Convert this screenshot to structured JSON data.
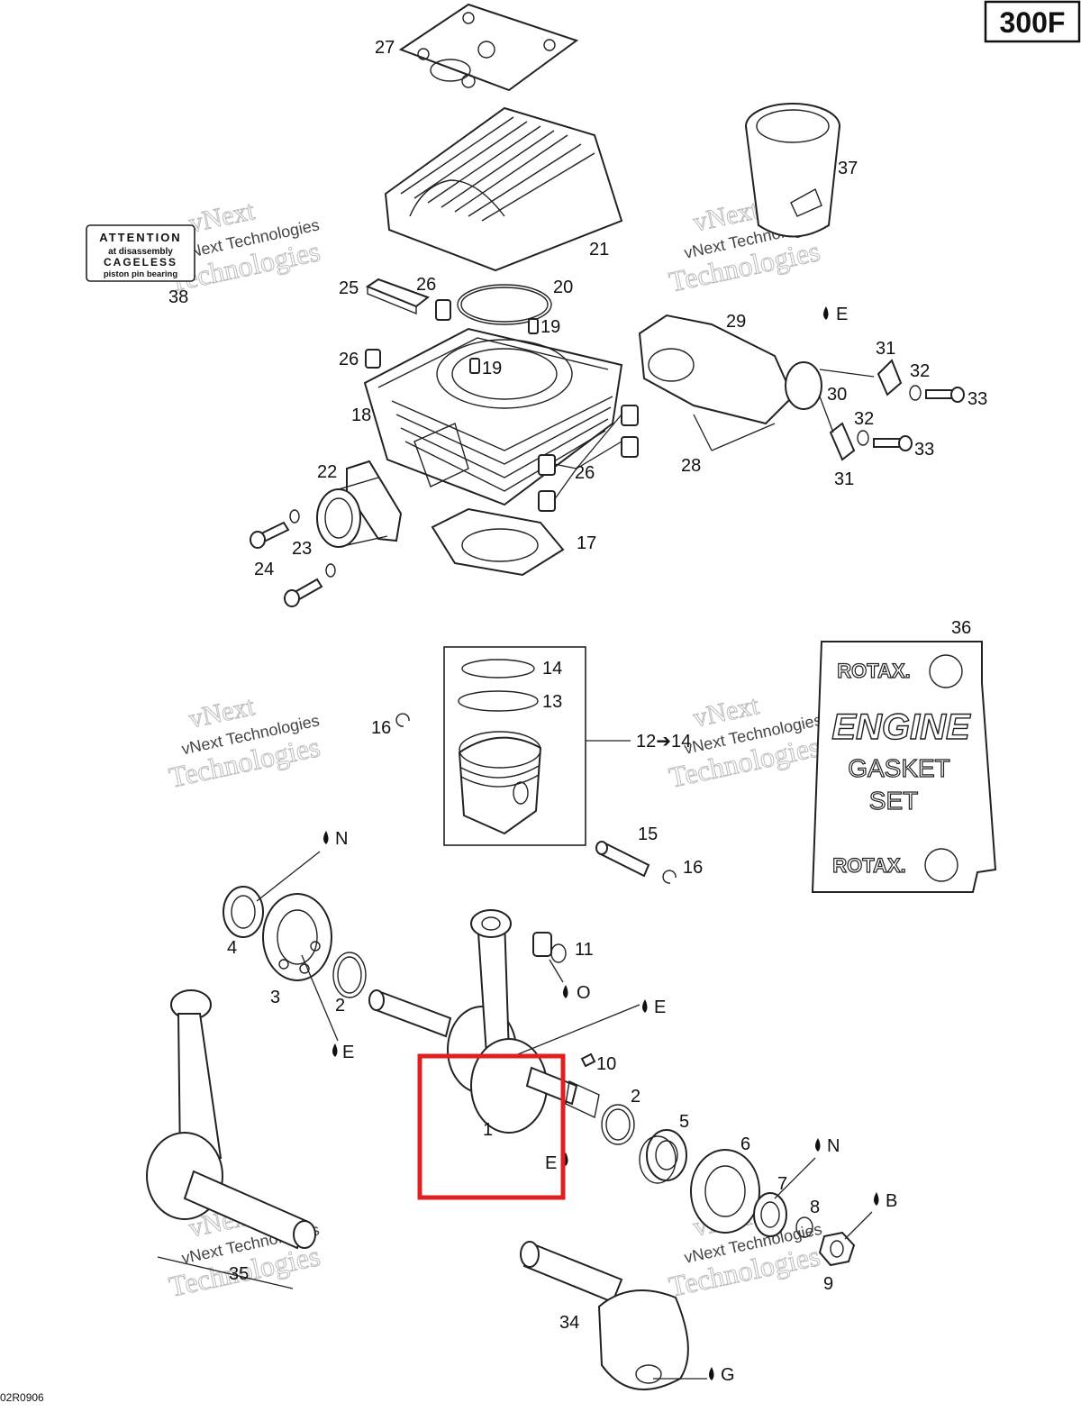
{
  "diagram": {
    "code": "300F",
    "ref": "02R0906",
    "watermark": {
      "line1": "vNext",
      "line2": "vNext Technologies",
      "line3": "Technologies"
    },
    "attention_label": {
      "line1": "ATTENTION",
      "line2": "at disassembly",
      "line3": "CAGELESS",
      "line4": "piston pin bearing"
    },
    "gasket_set": {
      "brand": "ROTAX.",
      "line1": "ENGINE",
      "line2": "GASKET",
      "line3": "SET"
    },
    "highlight_color": "#e02020",
    "callouts": {
      "c1": "1",
      "c2a": "2",
      "c2b": "2",
      "c3": "3",
      "c4": "4",
      "c5": "5",
      "c6": "6",
      "c7": "7",
      "c8": "8",
      "c9": "9",
      "c10": "10",
      "c11": "11",
      "c12": "12➔14",
      "c13": "13",
      "c14": "14",
      "c15": "15",
      "c16a": "16",
      "c16b": "16",
      "c17": "17",
      "c18": "18",
      "c19a": "19",
      "c19b": "19",
      "c20": "20",
      "c21": "21",
      "c22": "22",
      "c23": "23",
      "c24": "24",
      "c25": "25",
      "c26a": "26",
      "c26b": "26",
      "c26c": "26",
      "c27": "27",
      "c28": "28",
      "c29": "29",
      "c30": "30",
      "c31a": "31",
      "c31b": "31",
      "c32a": "32",
      "c32b": "32",
      "c33a": "33",
      "c33b": "33",
      "c34": "34",
      "c35": "35",
      "c36": "36",
      "c37": "37",
      "c38": "38"
    },
    "lubricants": {
      "l1": "E",
      "l2": "N",
      "l3": "O",
      "l4": "E",
      "l5": "E",
      "l6": "E",
      "l7": "N",
      "l8": "B",
      "l9": "G"
    }
  }
}
